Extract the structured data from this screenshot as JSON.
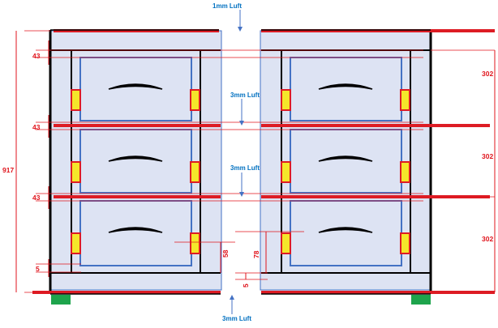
{
  "annotations": {
    "gap_top": "1mm Luft",
    "gap_mid_1": "3mm Luft",
    "gap_mid_2": "3mm Luft",
    "gap_bottom": "3mm Luft"
  },
  "dimensions": {
    "total_height": "917",
    "spacing_1": "43",
    "spacing_2": "43",
    "spacing_3": "43",
    "bottom_offset": "5",
    "inner_height": "58",
    "outer_height": "78",
    "inner_offset": "5",
    "row_1": "302",
    "row_2": "302",
    "row_3": "302"
  },
  "colors": {
    "cabinet_fill": "#dde3f3",
    "frame": "#000000",
    "rail": "#dd1c24",
    "drawer_outline": "#4472c4",
    "dimension": "#e0141c",
    "annotation": "#0070c0",
    "latch_fill": "#f5e62a",
    "foot": "#1ea44c"
  }
}
